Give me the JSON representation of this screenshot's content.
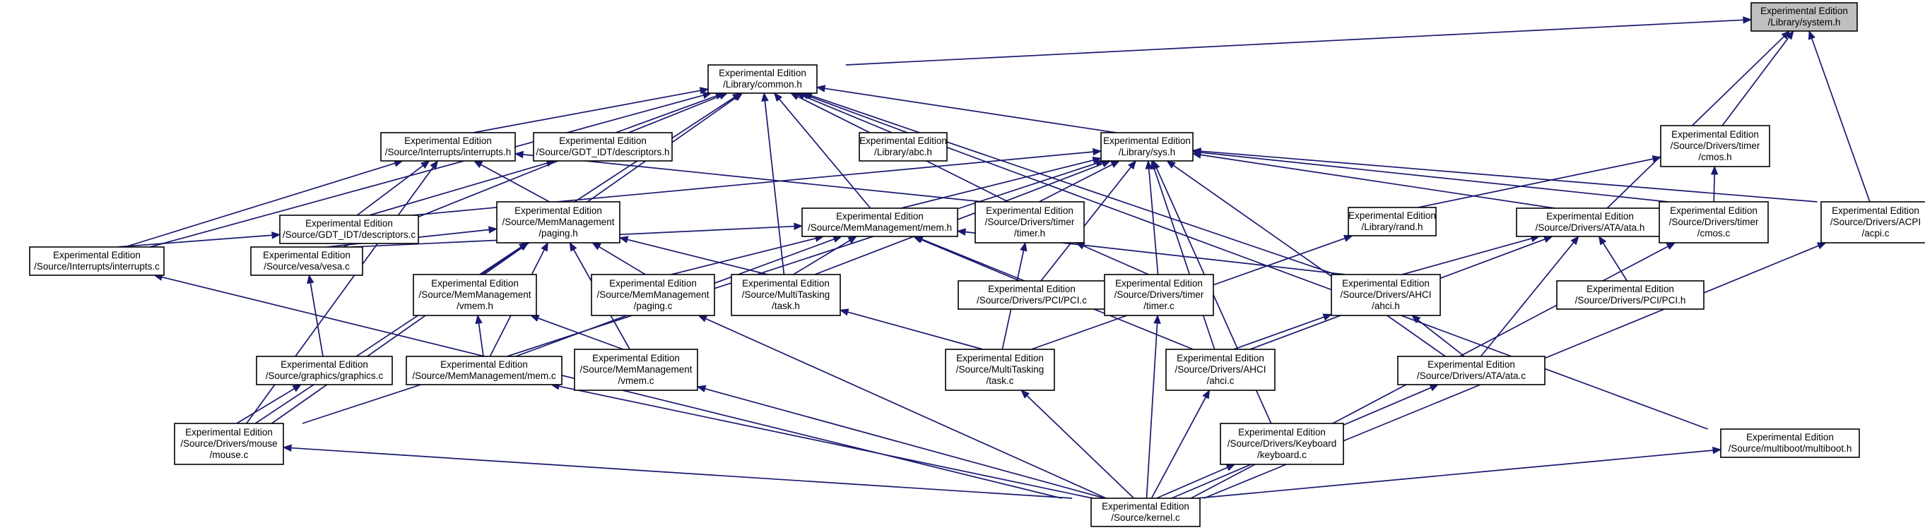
{
  "graph": {
    "edge_color": "#191970",
    "root_fill": "#bfbfbf",
    "nodes": [
      {
        "id": "system_h",
        "lines": [
          "Experimental Edition",
          "/Library/system.h"
        ],
        "highlight": true
      },
      {
        "id": "common_h",
        "lines": [
          "Experimental Edition",
          "/Library/common.h"
        ]
      },
      {
        "id": "interrupts_h",
        "lines": [
          "Experimental Edition",
          "/Source/Interrupts/interrupts.h"
        ]
      },
      {
        "id": "descriptors_h",
        "lines": [
          "Experimental Edition",
          "/Source/GDT_IDT/descriptors.h"
        ]
      },
      {
        "id": "abc_h",
        "lines": [
          "Experimental Edition",
          "/Library/abc.h"
        ]
      },
      {
        "id": "sys_h",
        "lines": [
          "Experimental Edition",
          "/Library/sys.h"
        ]
      },
      {
        "id": "timer_cmos_h",
        "lines": [
          "Experimental Edition",
          "/Source/Drivers/timer",
          "/cmos.h"
        ]
      },
      {
        "id": "descriptors_c",
        "lines": [
          "Experimental Edition",
          "/Source/GDT_IDT/descriptors.c"
        ]
      },
      {
        "id": "paging_h",
        "lines": [
          "Experimental Edition",
          "/Source/MemManagement",
          "/paging.h"
        ]
      },
      {
        "id": "mem_h",
        "lines": [
          "Experimental Edition",
          "/Source/MemManagement/mem.h"
        ]
      },
      {
        "id": "timer_h",
        "lines": [
          "Experimental Edition",
          "/Source/Drivers/timer",
          "/timer.h"
        ]
      },
      {
        "id": "rand_h",
        "lines": [
          "Experimental Edition",
          "/Library/rand.h"
        ]
      },
      {
        "id": "ata_h",
        "lines": [
          "Experimental Edition",
          "/Source/Drivers/ATA/ata.h"
        ]
      },
      {
        "id": "cmos_c",
        "lines": [
          "Experimental Edition",
          "/Source/Drivers/timer",
          "/cmos.c"
        ]
      },
      {
        "id": "acpi_c",
        "lines": [
          "Experimental Edition",
          "/Source/Drivers/ACPI",
          "/acpi.c"
        ]
      },
      {
        "id": "interrupts_c",
        "lines": [
          "Experimental Edition",
          "/Source/Interrupts/interrupts.c"
        ]
      },
      {
        "id": "vesa_c",
        "lines": [
          "Experimental Edition",
          "/Source/vesa/vesa.c"
        ]
      },
      {
        "id": "vmem_h",
        "lines": [
          "Experimental Edition",
          "/Source/MemManagement",
          "/vmem.h"
        ]
      },
      {
        "id": "paging_c",
        "lines": [
          "Experimental Edition",
          "/Source/MemManagement",
          "/paging.c"
        ]
      },
      {
        "id": "task_h",
        "lines": [
          "Experimental Edition",
          "/Source/MultiTasking",
          "/task.h"
        ]
      },
      {
        "id": "pci_c",
        "lines": [
          "Experimental Edition",
          "/Source/Drivers/PCI/PCI.c"
        ]
      },
      {
        "id": "timer_c",
        "lines": [
          "Experimental Edition",
          "/Source/Drivers/timer",
          "/timer.c"
        ]
      },
      {
        "id": "ahci_h",
        "lines": [
          "Experimental Edition",
          "/Source/Drivers/AHCI",
          "/ahci.h"
        ]
      },
      {
        "id": "pci_h",
        "lines": [
          "Experimental Edition",
          "/Source/Drivers/PCI/PCI.h"
        ]
      },
      {
        "id": "graphics_c",
        "lines": [
          "Experimental Edition",
          "/Source/graphics/graphics.c"
        ]
      },
      {
        "id": "mem_c",
        "lines": [
          "Experimental Edition",
          "/Source/MemManagement/mem.c"
        ]
      },
      {
        "id": "vmem_c",
        "lines": [
          "Experimental Edition",
          "/Source/MemManagement",
          "/vmem.c"
        ]
      },
      {
        "id": "task_c",
        "lines": [
          "Experimental Edition",
          "/Source/MultiTasking",
          "/task.c"
        ]
      },
      {
        "id": "ahci_c",
        "lines": [
          "Experimental Edition",
          "/Source/Drivers/AHCI",
          "/ahci.c"
        ]
      },
      {
        "id": "ata_c",
        "lines": [
          "Experimental Edition",
          "/Source/Drivers/ATA/ata.c"
        ]
      },
      {
        "id": "mouse_c",
        "lines": [
          "Experimental Edition",
          "/Source/Drivers/mouse",
          "/mouse.c"
        ]
      },
      {
        "id": "keyboard_c",
        "lines": [
          "Experimental Edition",
          "/Source/Drivers/Keyboard",
          "/keyboard.c"
        ]
      },
      {
        "id": "multiboot_h",
        "lines": [
          "Experimental Edition",
          "/Source/multiboot/multiboot.h"
        ]
      },
      {
        "id": "kernel_c",
        "lines": [
          "Experimental Edition",
          "/Source/kernel.c"
        ]
      }
    ],
    "edges": [
      [
        "common_h",
        "system_h"
      ],
      [
        "timer_cmos_h",
        "system_h"
      ],
      [
        "ata_h",
        "system_h"
      ],
      [
        "acpi_c",
        "system_h"
      ],
      [
        "interrupts_h",
        "common_h"
      ],
      [
        "descriptors_h",
        "common_h"
      ],
      [
        "abc_h",
        "common_h"
      ],
      [
        "sys_h",
        "common_h"
      ],
      [
        "paging_h",
        "common_h"
      ],
      [
        "mem_h",
        "common_h"
      ],
      [
        "timer_h",
        "common_h"
      ],
      [
        "task_h",
        "common_h"
      ],
      [
        "vesa_c",
        "common_h"
      ],
      [
        "interrupts_c",
        "common_h"
      ],
      [
        "mouse_c",
        "common_h"
      ],
      [
        "ahci_h",
        "common_h"
      ],
      [
        "multiboot_h",
        "common_h"
      ],
      [
        "descriptors_c",
        "interrupts_h"
      ],
      [
        "interrupts_c",
        "interrupts_h"
      ],
      [
        "paging_h",
        "interrupts_h"
      ],
      [
        "mouse_c",
        "interrupts_h"
      ],
      [
        "timer_h",
        "interrupts_h"
      ],
      [
        "descriptors_c",
        "descriptors_h"
      ],
      [
        "interrupts_c",
        "descriptors_c"
      ],
      [
        "descriptors_c",
        "sys_h"
      ],
      [
        "mem_h",
        "sys_h"
      ],
      [
        "timer_h",
        "sys_h"
      ],
      [
        "task_h",
        "sys_h"
      ],
      [
        "pci_c",
        "sys_h"
      ],
      [
        "timer_c",
        "sys_h"
      ],
      [
        "ahci_c",
        "sys_h"
      ],
      [
        "keyboard_c",
        "sys_h"
      ],
      [
        "ata_h",
        "sys_h"
      ],
      [
        "cmos_c",
        "sys_h"
      ],
      [
        "acpi_c",
        "sys_h"
      ],
      [
        "ata_c",
        "sys_h"
      ],
      [
        "mouse_c",
        "sys_h"
      ],
      [
        "rand_h",
        "timer_cmos_h"
      ],
      [
        "cmos_c",
        "timer_cmos_h"
      ],
      [
        "vesa_c",
        "paging_h"
      ],
      [
        "vmem_h",
        "paging_h"
      ],
      [
        "paging_c",
        "paging_h"
      ],
      [
        "mem_c",
        "paging_h"
      ],
      [
        "vmem_c",
        "paging_h"
      ],
      [
        "task_h",
        "paging_h"
      ],
      [
        "mouse_c",
        "paging_h"
      ],
      [
        "vesa_c",
        "mem_h"
      ],
      [
        "paging_c",
        "mem_h"
      ],
      [
        "task_h",
        "mem_h"
      ],
      [
        "pci_c",
        "mem_h"
      ],
      [
        "mem_c",
        "mem_h"
      ],
      [
        "ahci_c",
        "mem_h"
      ],
      [
        "ahci_h",
        "mem_h"
      ],
      [
        "timer_c",
        "timer_h"
      ],
      [
        "task_c",
        "timer_h"
      ],
      [
        "task_c",
        "rand_h"
      ],
      [
        "ahci_h",
        "ata_h"
      ],
      [
        "pci_h",
        "ata_h"
      ],
      [
        "ata_c",
        "ata_h"
      ],
      [
        "ahci_c",
        "ata_h"
      ],
      [
        "kernel_c",
        "acpi_c"
      ],
      [
        "kernel_c",
        "interrupts_c"
      ],
      [
        "graphics_c",
        "vesa_c"
      ],
      [
        "mem_c",
        "vmem_h"
      ],
      [
        "vmem_c",
        "vmem_h"
      ],
      [
        "kernel_c",
        "paging_c"
      ],
      [
        "task_c",
        "task_h"
      ],
      [
        "kernel_c",
        "timer_c"
      ],
      [
        "ahci_c",
        "ahci_h"
      ],
      [
        "ata_c",
        "ahci_h"
      ],
      [
        "mouse_c",
        "graphics_c"
      ],
      [
        "kernel_c",
        "mem_c"
      ],
      [
        "kernel_c",
        "vmem_c"
      ],
      [
        "kernel_c",
        "task_c"
      ],
      [
        "kernel_c",
        "ahci_c"
      ],
      [
        "kernel_c",
        "ata_c"
      ],
      [
        "kernel_c",
        "mouse_c"
      ],
      [
        "kernel_c",
        "keyboard_c"
      ],
      [
        "kernel_c",
        "multiboot_h"
      ],
      [
        "kernel_c",
        "cmos_c"
      ]
    ]
  }
}
